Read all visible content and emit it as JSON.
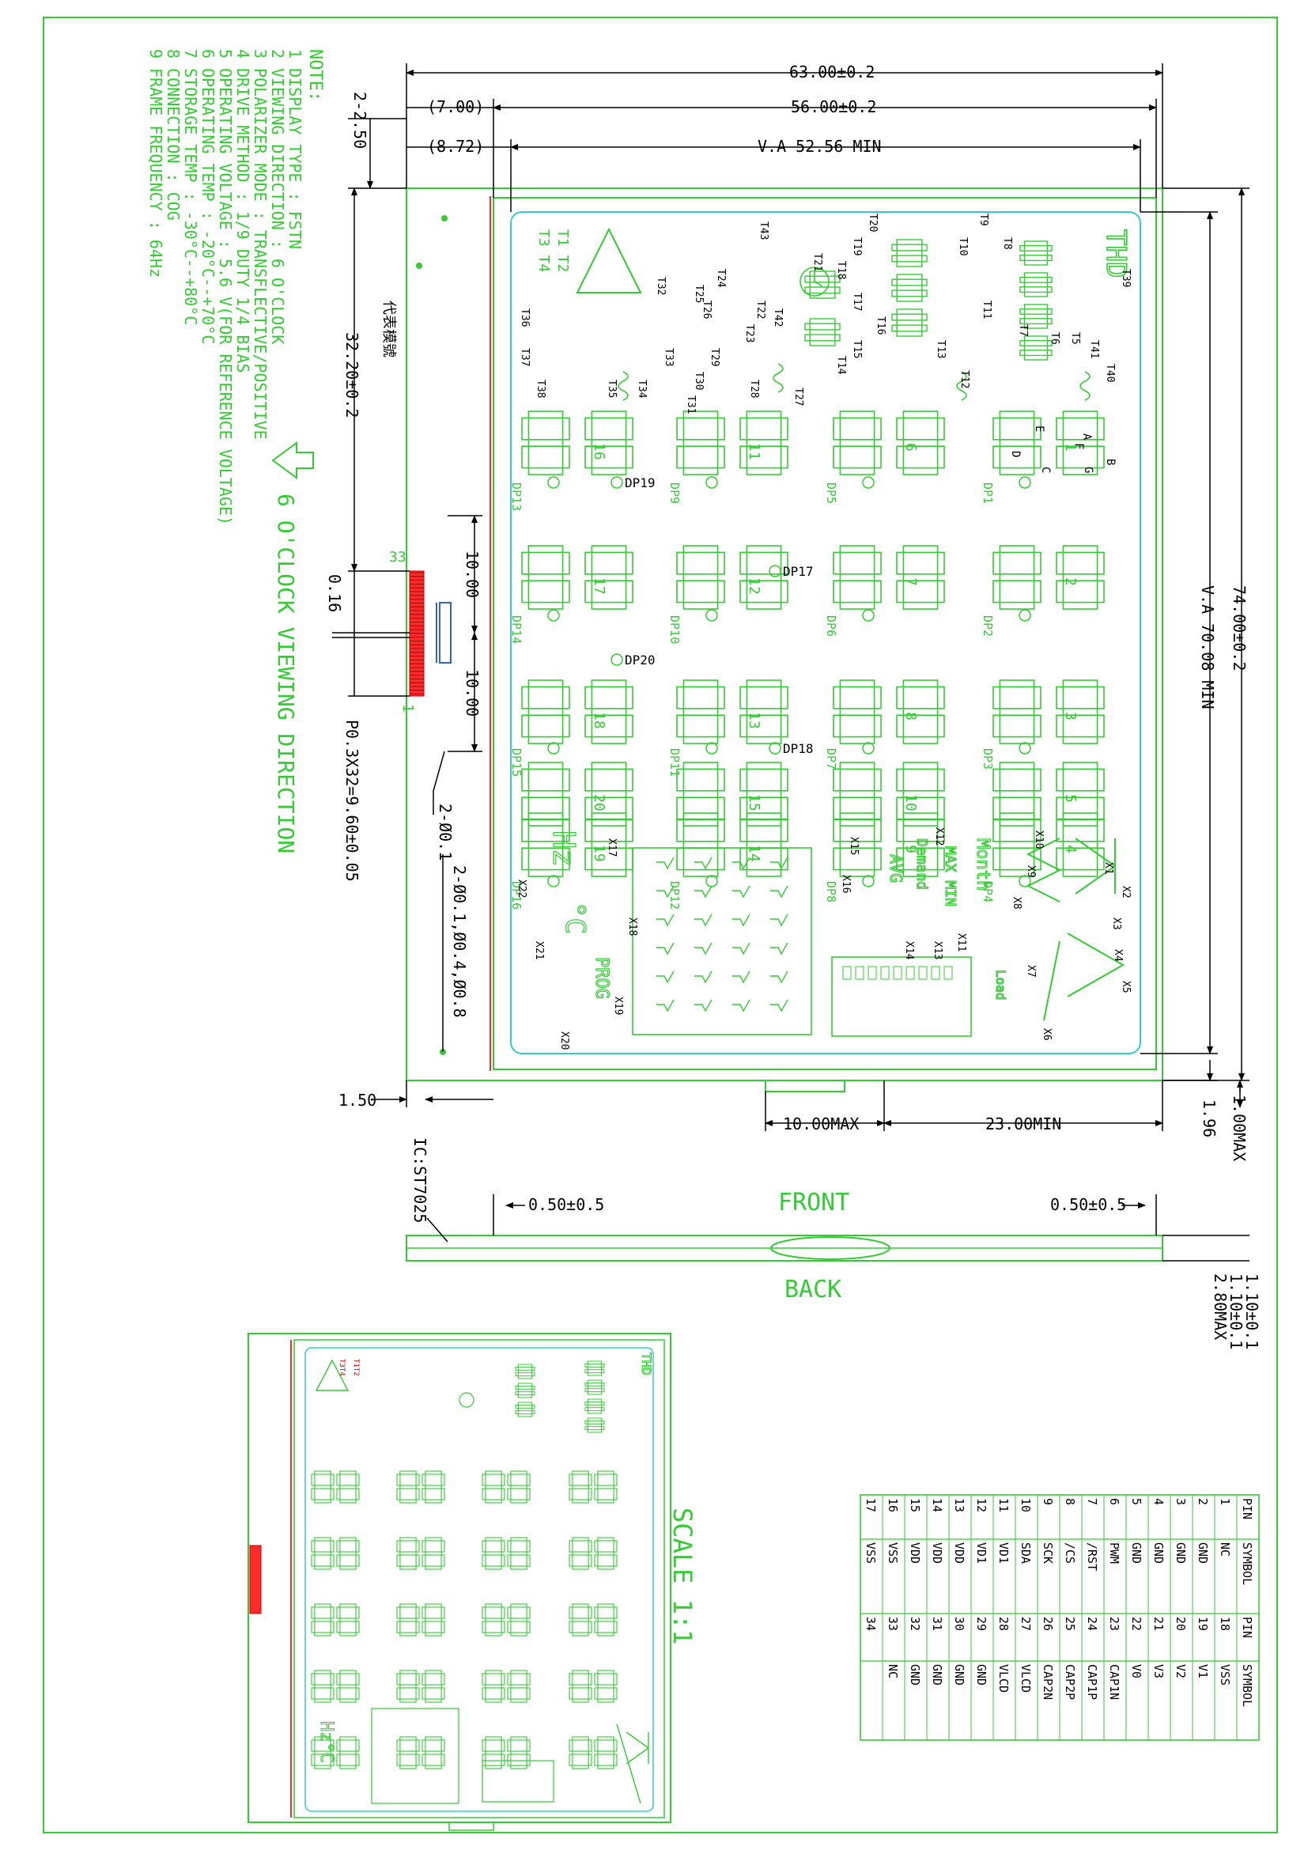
{
  "colors": {
    "ink": "#33cc33",
    "cyan": "#33cccc",
    "red": "#ff2b2b",
    "darkred": "#cc0000",
    "black": "#000000"
  },
  "notes": {
    "heading": "NOTE:",
    "items": [
      "1  DISPLAY TYPE       : FSTN",
      "2  VIEWING DIRECTION  : 6  O'CLOCK",
      "3  POLARIZER MODE     : TRANSFLECTIVE/POSITIVE",
      "4  DRIVE METHOD       : 1/9  DUTY  1/4  BIAS",
      "5  OPERATING VOLTAGE  : 5.6  V(FOR  REFERENCE VOLTAGE)",
      "6  OPERATING TEMP     :  -20°C--+70°C",
      "7  STORAGE TEMP       :  -30°C--+80°C",
      "8  CONNECTION         : COG",
      "9  FRAME FREQUENCY    : 64Hz"
    ]
  },
  "viewing_label": "6  O'CLOCK VIEWING DIRECTION",
  "rep_label": "代表模號",
  "dims": {
    "total_w": "63.00±0.2",
    "glass_w": "56.00±0.2",
    "va_w": "V.A 52.56 MIN",
    "d7": "(7.00)",
    "d872": "(8.72)",
    "d250": "2-2.50",
    "d3220": "32.20±0.2",
    "d016": "0.16",
    "d10a": "10.00",
    "d10b": "10.00",
    "pitch": "P0.3X32=9.60±0.05",
    "hole1": "2-Ø0.1",
    "hole2": "2-Ø0.1,Ø0.4,Ø0.8",
    "d150": "1.50",
    "d10max": "10.00MAX",
    "d23min": "23.00MIN",
    "d196": "1.96",
    "d100max": "1.00MAX",
    "total_h": "74.00±0.2",
    "va_h": "V.A 70.08 MIN",
    "pin33": "33",
    "pin1": "1"
  },
  "side": {
    "front": "FRONT",
    "back": "BACK",
    "ic": "IC:ST7025",
    "left_gap": "0.50±0.5",
    "right_gap": "0.50±0.5",
    "t1": "1.10±0.1",
    "t2": "1.10±0.1",
    "t3": "2.80MAX"
  },
  "scale_label": "SCALE 1:1",
  "lcd": {
    "thd": "THD",
    "digits": [
      "16",
      "11",
      "6",
      "17",
      "12",
      "7",
      "18",
      "13",
      "8",
      "19",
      "14",
      "9",
      "20",
      "15",
      "10"
    ],
    "right_digits": [
      "1",
      "2",
      "3",
      "4",
      "5"
    ],
    "dp_labels": [
      "DP19",
      "DP17",
      "DP20",
      "DP18"
    ],
    "dp_left": [
      "DP13",
      "DP14",
      "DP15",
      "DP16"
    ],
    "dp_mid": [
      "DP9",
      "DP10",
      "DP11",
      "DP12"
    ],
    "dp_midr": [
      "DP5",
      "DP6",
      "DP7",
      "DP8"
    ],
    "dp_right": [
      "DP1",
      "DP2",
      "DP3",
      "DP4"
    ],
    "segs": [
      "A",
      "F",
      "B",
      "G",
      "E",
      "C",
      "D"
    ],
    "month": "Month",
    "maxmin": "MAX MIN",
    "demand": "Demand",
    "avg": "AVG",
    "load": "Load",
    "prog": "PROG",
    "hz": "Hz",
    "degc": "°C",
    "t_codes": [
      "T1 T2",
      "T3 T4"
    ],
    "tlabels": [
      "T9",
      "T10",
      "T8",
      "T20",
      "T19",
      "T18",
      "T17",
      "T16",
      "T15",
      "T14",
      "T13",
      "T12",
      "T11",
      "T7",
      "T6",
      "T5",
      "T41",
      "T40",
      "T39",
      "T43",
      "T42",
      "T21",
      "T22",
      "T23",
      "T24",
      "T25",
      "T26",
      "T27",
      "T28",
      "T29",
      "T30",
      "T31",
      "T32",
      "T33",
      "T34",
      "T35",
      "T36",
      "T37",
      "T38"
    ],
    "xlabels": [
      "X1",
      "X2",
      "X3",
      "X4",
      "X5",
      "X6",
      "X7",
      "X8",
      "X9",
      "X10",
      "X11",
      "X12",
      "X13",
      "X14",
      "X15",
      "X16",
      "X17",
      "X18",
      "X19",
      "X20",
      "X21",
      "X22"
    ]
  },
  "pin_table": {
    "headers": [
      "PIN",
      "SYMBOL",
      "PIN",
      "SYMBOL"
    ],
    "rows": [
      [
        "1",
        "NC",
        "18",
        "VSS"
      ],
      [
        "2",
        "GND",
        "19",
        "V1"
      ],
      [
        "3",
        "GND",
        "20",
        "V2"
      ],
      [
        "4",
        "GND",
        "21",
        "V3"
      ],
      [
        "5",
        "GND",
        "22",
        "V0"
      ],
      [
        "6",
        "PWM",
        "23",
        "CAP1N"
      ],
      [
        "7",
        "/RST",
        "24",
        "CAP1P"
      ],
      [
        "8",
        "/CS",
        "25",
        "CAP2P"
      ],
      [
        "9",
        "SCK",
        "26",
        "CAP2N"
      ],
      [
        "10",
        "SDA",
        "27",
        "VLCD"
      ],
      [
        "11",
        "VD1",
        "28",
        "VLCD"
      ],
      [
        "12",
        "VD1",
        "29",
        "GND"
      ],
      [
        "13",
        "VDD",
        "30",
        "GND"
      ],
      [
        "14",
        "VDD",
        "31",
        "GND"
      ],
      [
        "15",
        "VDD",
        "32",
        "GND"
      ],
      [
        "16",
        "VSS",
        "33",
        "NC"
      ],
      [
        "17",
        "VSS",
        "34",
        ""
      ]
    ]
  }
}
